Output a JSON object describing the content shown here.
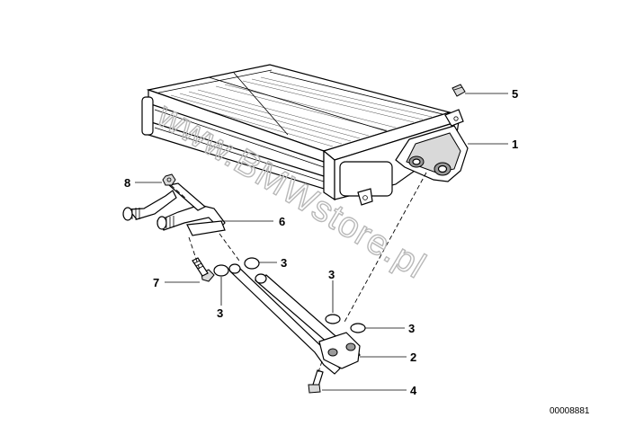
{
  "watermark": "www.BMWstore.pl",
  "diagram_number": "00008881",
  "callouts": [
    {
      "id": "1",
      "label": "1"
    },
    {
      "id": "2",
      "label": "2"
    },
    {
      "id": "3a",
      "label": "3"
    },
    {
      "id": "3b",
      "label": "3"
    },
    {
      "id": "3c",
      "label": "3"
    },
    {
      "id": "3d",
      "label": "3"
    },
    {
      "id": "4",
      "label": "4"
    },
    {
      "id": "5",
      "label": "5"
    },
    {
      "id": "6",
      "label": "6"
    },
    {
      "id": "7",
      "label": "7"
    },
    {
      "id": "8",
      "label": "8"
    }
  ]
}
